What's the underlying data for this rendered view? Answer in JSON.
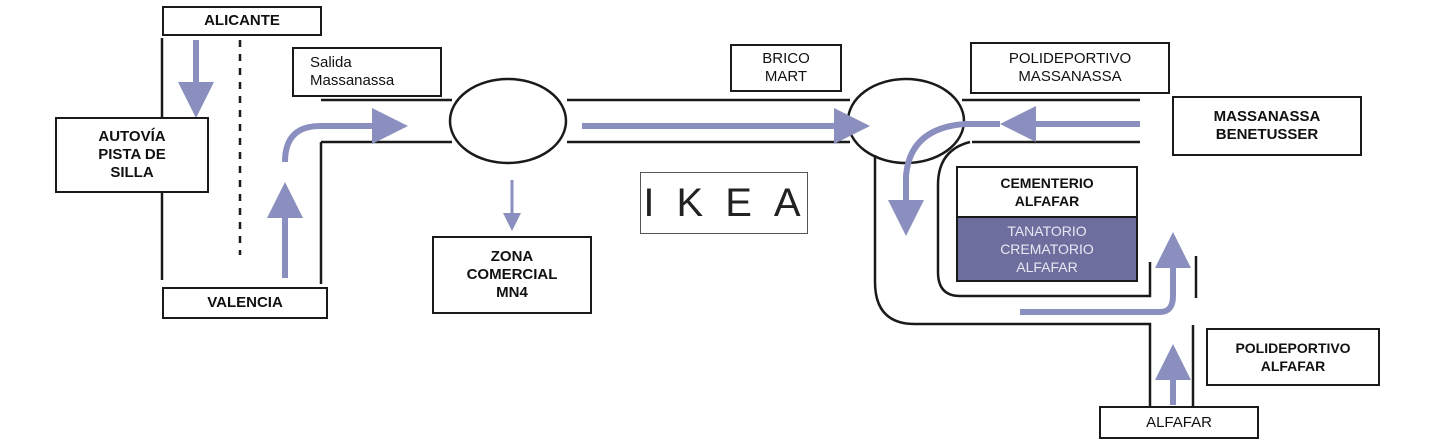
{
  "colors": {
    "road": "#1a1a1a",
    "arrow": "#8a8fc0",
    "tanatorio_fill": "#6e6e9e"
  },
  "labels": {
    "alicante": "ALICANTE",
    "autovia": [
      "AUTOVÍA",
      "PISTA DE",
      "SILLA"
    ],
    "valencia": "VALENCIA",
    "salida": [
      "Salida",
      "Massanassa"
    ],
    "brico": [
      "BRICO",
      "MART"
    ],
    "zona": [
      "ZONA",
      "COMERCIAL",
      "MN4"
    ],
    "ikea": "IKEA",
    "polideportivo_massanassa": [
      "POLIDEPORTIVO",
      "MASSANASSA"
    ],
    "massanassa_benetusser": [
      "MASSANASSA",
      "BENETUSSER"
    ],
    "cementerio": [
      "CEMENTERIO",
      "ALFAFAR"
    ],
    "tanatorio": [
      "TANATORIO",
      "CREMATORIO",
      "ALFAFAR"
    ],
    "polideportivo_alfafar": [
      "POLIDEPORTIVO",
      "ALFAFAR"
    ],
    "alfafar": "ALFAFAR"
  }
}
